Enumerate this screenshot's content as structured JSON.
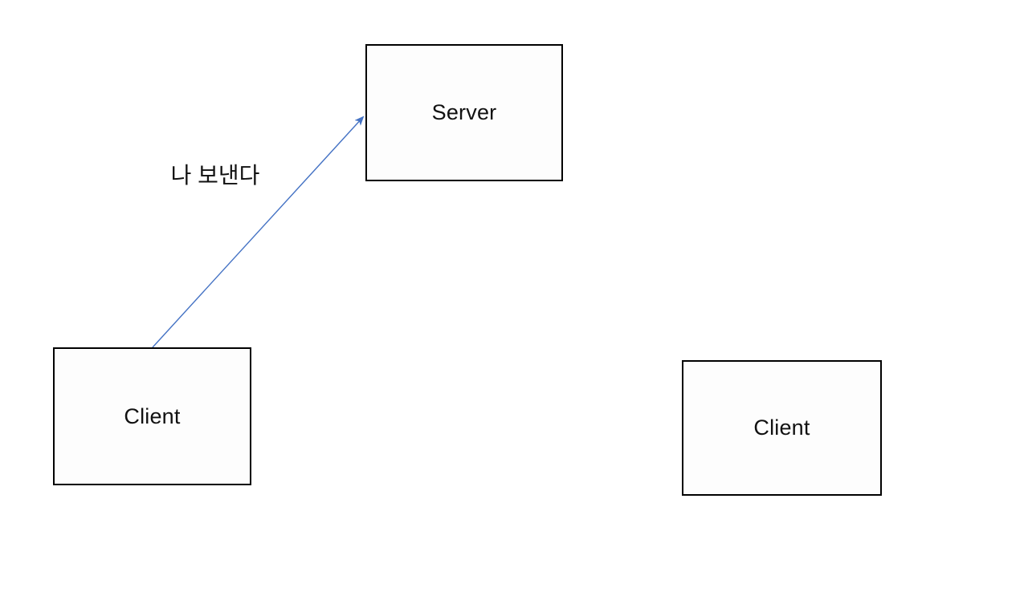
{
  "diagram": {
    "background": "#FFFFFF",
    "nodes": {
      "server": {
        "label": "Server",
        "shape": "rectangle",
        "border_color": "#000000",
        "fill": "#FDFDFD"
      },
      "client_left": {
        "label": "Client",
        "shape": "rectangle",
        "border_color": "#000000",
        "fill": "#FDFDFD"
      },
      "client_right": {
        "label": "Client",
        "shape": "rectangle",
        "border_color": "#000000",
        "fill": "#FDFDFD"
      }
    },
    "edge": {
      "from": "client_left",
      "to": "server",
      "label": "나 보낸다",
      "color": "#4472C4",
      "style": "straight-line-with-arrowhead"
    }
  }
}
